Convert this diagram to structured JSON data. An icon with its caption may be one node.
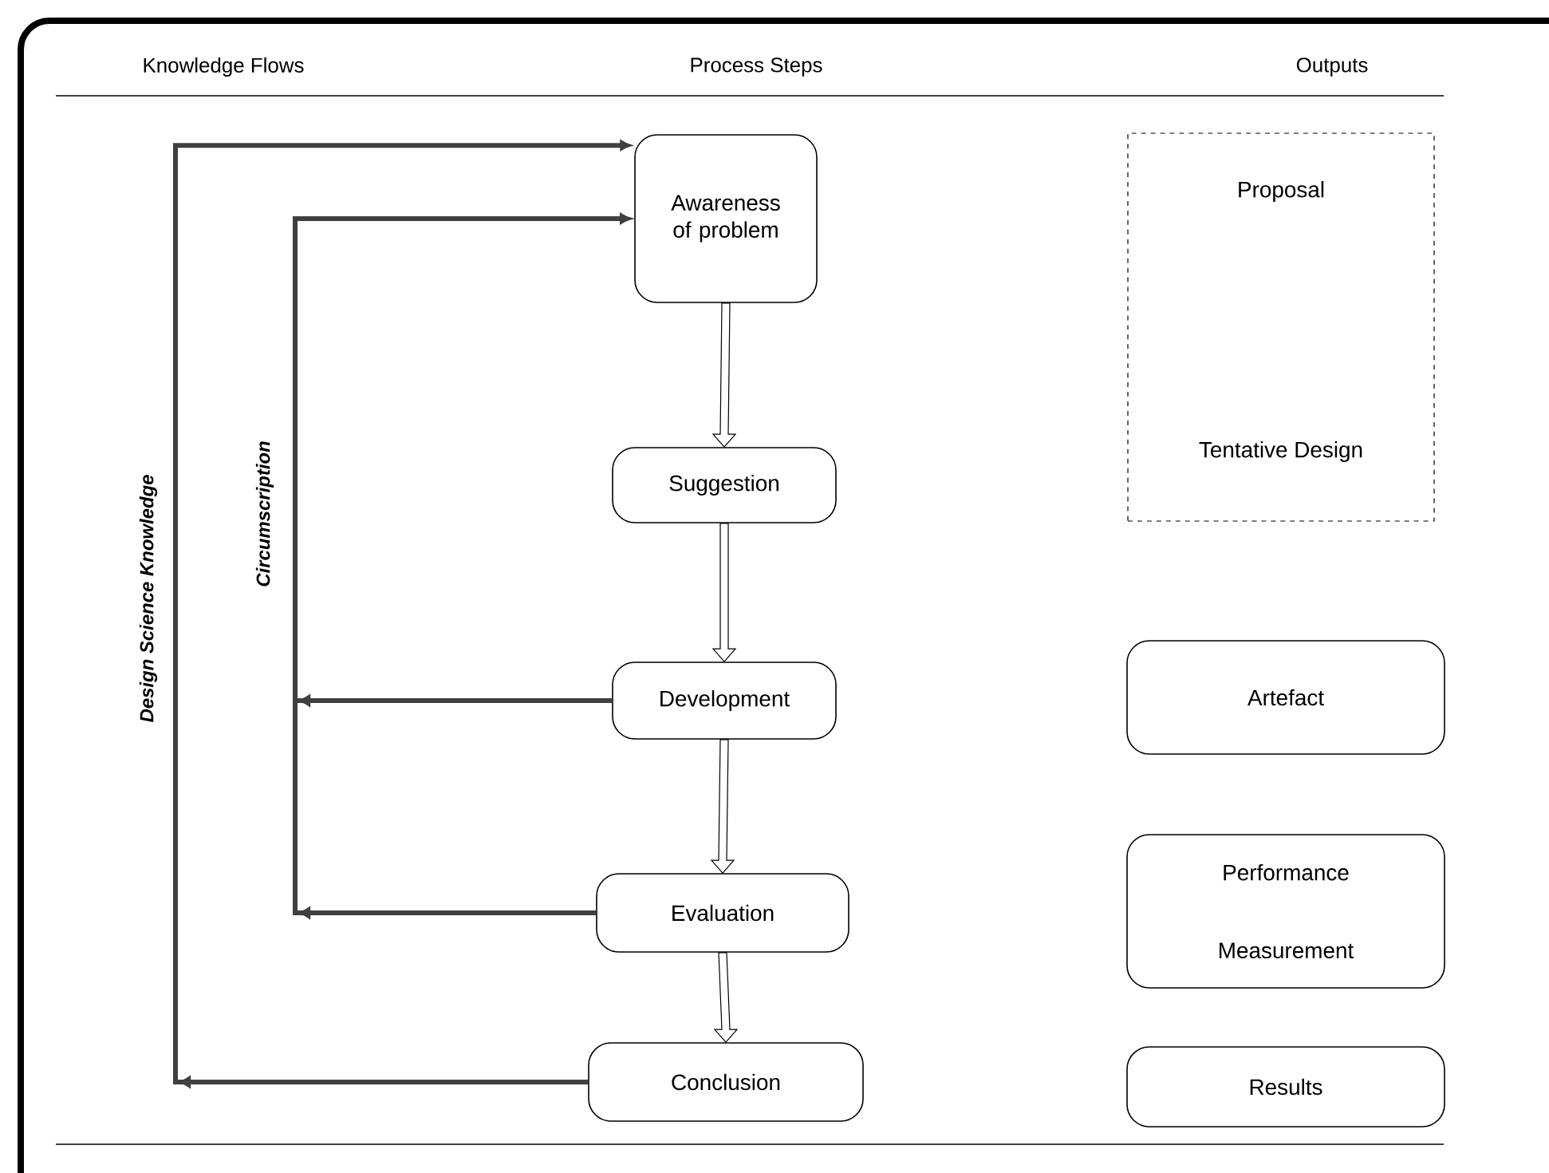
{
  "diagram": {
    "nodes": [
      {
        "text": [
          "Awareness of problem"
        ]
      },
      {
        "text": [
          "Suggestion"
        ]
      },
      {
        "text": [
          "Development"
        ]
      },
      {
        "text": [
          "Evaluation"
        ]
      },
      {
        "text": [
          "Conclusion"
        ]
      },
      {
        "text": [
          "Proposal",
          "Tentative Design"
        ]
      },
      {
        "text": [
          "Artefact"
        ]
      },
      {
        "text": [
          "Performance Measurement"
        ]
      },
      {
        "text": [
          "Results"
        ]
      }
    ],
    "edges": [
      {
        "from": 0,
        "to": 1,
        "arrow": "to"
      },
      {
        "from": 1,
        "to": 2,
        "arrow": "to"
      },
      {
        "from": 2,
        "to": 3,
        "arrow": "to"
      },
      {
        "from": 3,
        "to": 4,
        "arrow": "to"
      },
      {
        "from": 4,
        "to": 0,
        "arrow": "to",
        "label": "Design Science Knowledge"
      },
      {
        "from": 2,
        "to": 0,
        "arrow": "to"
      },
      {
        "from": 3,
        "to": 0,
        "arrow": "to",
        "label": "Circumscription"
      }
    ],
    "labels": [
      "Knowledge Flows",
      "Process Steps",
      "Outputs"
    ]
  }
}
